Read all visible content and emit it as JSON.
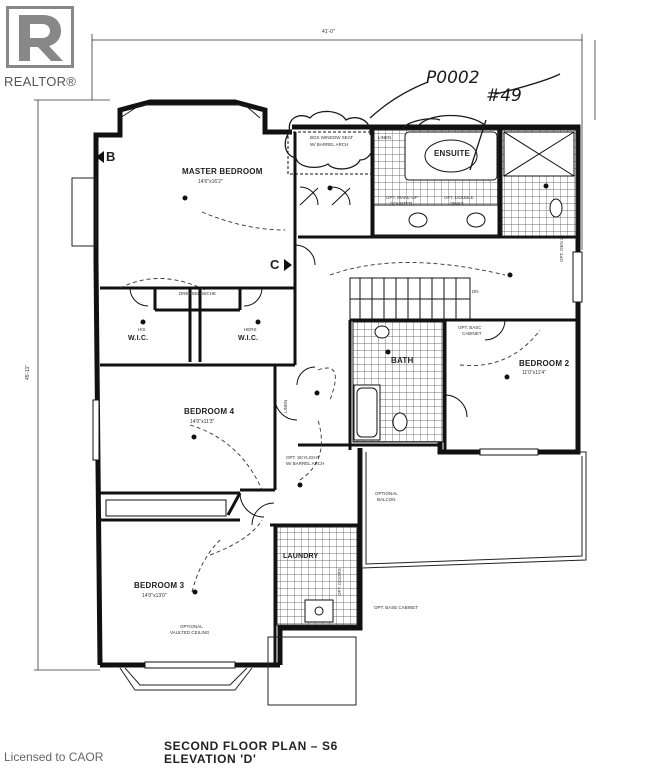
{
  "logo": {
    "wordmark": "REALTOR®",
    "icon": "realtor-r-logo-icon"
  },
  "license_text": "Licensed to CAOR",
  "plan": {
    "overall_width_dim": "41'-0\"",
    "overall_depth_dim": "45'-11\"",
    "handwritten_note_line1": "P0002",
    "handwritten_note_line2": "#49",
    "title_line1": "SECOND FLOOR PLAN  –  S6",
    "title_line2": "ELEVATION 'D'"
  },
  "section_markers": {
    "b": "B",
    "c": "C"
  },
  "rooms": {
    "master": {
      "name": "MASTER BEDROOM",
      "dims": "14'6\"x16'2\""
    },
    "ensuite": {
      "name": "ENSUITE"
    },
    "bedroom2": {
      "name": "BEDROOM 2",
      "dims": "11'0\"x11'4\""
    },
    "bath": {
      "name": "BATH"
    },
    "bedroom4": {
      "name": "BEDROOM 4",
      "dims": "14'0\"x11'3\""
    },
    "bedroom3": {
      "name": "BEDROOM 3",
      "dims": "14'0\"x13'0\""
    },
    "laundry": {
      "name": "LAUNDRY"
    },
    "his_wic": {
      "name_line1": "HIS",
      "name_line2": "W.I.C."
    },
    "hers_wic": {
      "name_line1": "HERS",
      "name_line2": "W.I.C."
    }
  },
  "notes": {
    "window_seat_line1": "BOX WINDOW SEAT",
    "window_seat_line2": "W/ BARREL ARCH",
    "linen_top": "LINEN",
    "makeup_line1": "OPT. MAKE-UP",
    "makeup_line2": "COUNTER",
    "double_sinks_line1": "OPT. DOUBLE",
    "double_sinks_line2": "SINKS",
    "dresser_niche": "DRESSER NICHE",
    "opt_den_2": "OPT. DEN 2",
    "opt_basic_cabinet_line1": "OPT. BASC",
    "opt_basic_cabinet_line2": "CABINET",
    "opt_skylight_line1": "OPT. SKYLIGHT",
    "opt_skylight_line2": "W/ BARREL ARCH",
    "optional_balcony_line1": "OPTIONAL",
    "optional_balcony_line2": "BALCON",
    "linen_hall": "LINEN",
    "opt_doors": "OPT. DOORS",
    "opt_base_cabinet": "OPT. BASE CABINET",
    "optional_vaulted_line1": "OPTIONAL",
    "optional_vaulted_line2": "VAULTED CEILING",
    "open_to_below": "DN"
  },
  "colors": {
    "ink": "#111111",
    "paper": "#ffffff",
    "logo_gray": "#888888"
  }
}
